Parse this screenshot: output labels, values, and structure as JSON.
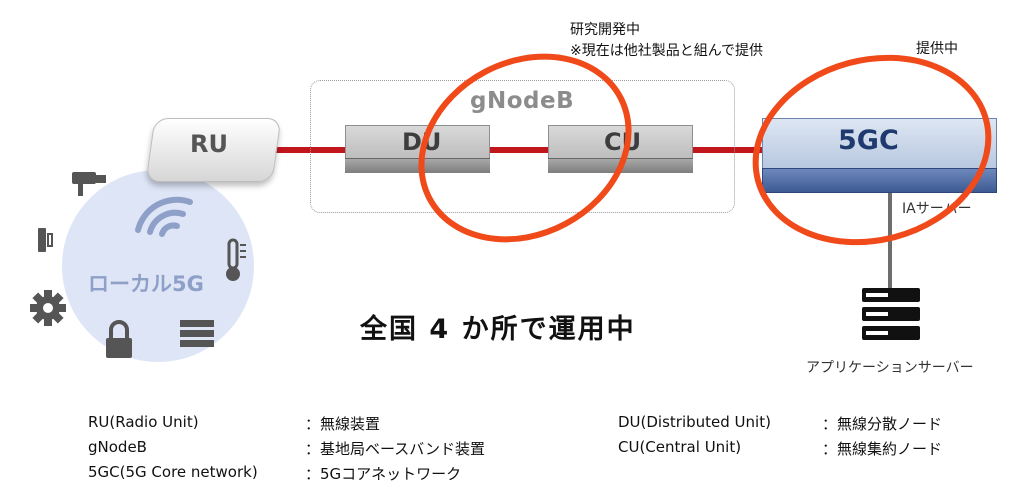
{
  "annotations": {
    "research_title": "研究開発中",
    "research_note": "※現在は他社製品と組んで提供",
    "providing": "提供中"
  },
  "gnodeb": {
    "label": "gNodeB"
  },
  "nodes": {
    "ru": "RU",
    "du": "DU",
    "cu": "CU",
    "core": "5GC",
    "ia_server": "IAサーバー",
    "app_server": "アプリケーションサーバー",
    "local5g": "ローカル5G"
  },
  "headline": "全国 4 か所で運用中",
  "legend": {
    "left": [
      {
        "term": "RU(Radio Unit)",
        "desc": "：無線装置"
      },
      {
        "term": "gNodeB",
        "desc": "：基地局ベースバンド装置"
      },
      {
        "term": "5GC(5G Core network)",
        "desc": "：5Gコアネットワーク"
      }
    ],
    "right": [
      {
        "term": "DU(Distributed Unit)",
        "desc": "：無線分散ノード"
      },
      {
        "term": "CU(Central Unit)",
        "desc": "：無線集約ノード"
      }
    ]
  },
  "icons": [
    "camera-icon",
    "wifi-icon",
    "thermometer-icon",
    "door-sensor-icon",
    "gear-icon",
    "lock-icon",
    "server-rack-icon"
  ],
  "colors": {
    "link_line": "#c0161c",
    "highlight_ellipse": "#f04a1a",
    "local5g_fill": "#dde5f6",
    "core_blue": "#3d5a94"
  }
}
